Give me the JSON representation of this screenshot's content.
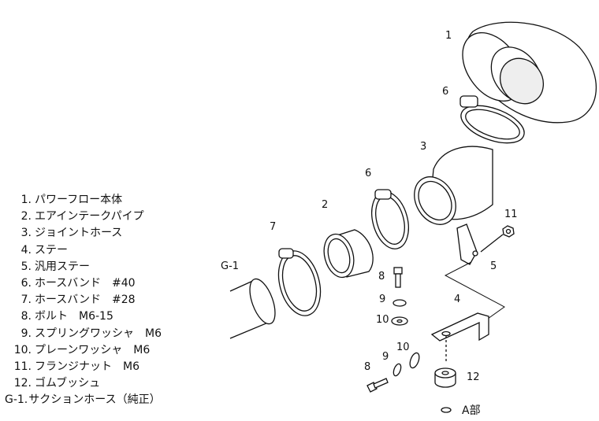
{
  "parts_list": [
    {
      "no": "1.",
      "name": "パワーフロー本体"
    },
    {
      "no": "2.",
      "name": "エアインテークパイプ"
    },
    {
      "no": "3.",
      "name": "ジョイントホース"
    },
    {
      "no": "4.",
      "name": "ステー"
    },
    {
      "no": "5.",
      "name": "汎用ステー"
    },
    {
      "no": "6.",
      "name": "ホースバンド　#40"
    },
    {
      "no": "7.",
      "name": "ホースバンド　#28"
    },
    {
      "no": "8.",
      "name": "ボルト　M6-15"
    },
    {
      "no": "9.",
      "name": "スプリングワッシャ　M6"
    },
    {
      "no": "10.",
      "name": "プレーンワッシャ　M6"
    },
    {
      "no": "11.",
      "name": "フランジナット　M6"
    },
    {
      "no": "12.",
      "name": "ゴムブッシュ"
    },
    {
      "no": "G-1.",
      "name": "サクションホース（純正）"
    }
  ],
  "callouts": {
    "c1": "1",
    "c6a": "6",
    "c3": "3",
    "c6b": "6",
    "c2": "2",
    "c7": "7",
    "cg1": "G-1",
    "c11": "11",
    "c5": "5",
    "c8a": "8",
    "c9a": "9",
    "c4": "4",
    "c10a": "10",
    "c10b": "10",
    "c9b": "9",
    "c8b": "8",
    "c12": "12",
    "ca": "A部"
  }
}
